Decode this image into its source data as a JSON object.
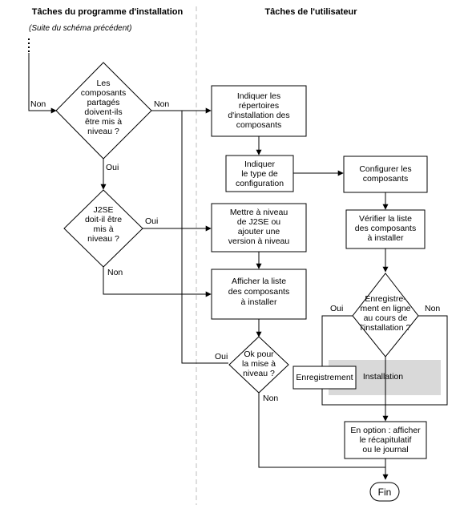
{
  "headers": {
    "installer": "Tâches du programme d'installation",
    "user": "Tâches de l'utilisateur"
  },
  "continuation_note": "(Suite du schéma précédent)",
  "decisions": {
    "shared_components": [
      "Les",
      "composants",
      "partagés",
      "doivent-ils",
      "être mis à",
      "niveau ?"
    ],
    "j2se": [
      "J2SE",
      "doit-il être",
      "mis à",
      "niveau ?"
    ],
    "ok_upgrade": [
      "Ok pour",
      "la mise à",
      "niveau ?"
    ],
    "online_registration": [
      "Enregistre-",
      "ment en ligne",
      "au cours de",
      "l'installation ?"
    ]
  },
  "boxes": {
    "install_dirs": [
      "Indiquer les",
      "répertoires",
      "d'installation des",
      "composants"
    ],
    "config_type": [
      "Indiquer",
      "le type de",
      "configuration"
    ],
    "configure_components": [
      "Configurer les",
      "composants"
    ],
    "upgrade_j2se": [
      "Mettre à niveau",
      "de J2SE ou",
      "ajouter une",
      "version à niveau"
    ],
    "check_list": [
      "Vérifier la liste",
      "des composants",
      "à installer"
    ],
    "show_list": [
      "Afficher la liste",
      "des composants",
      "à installer"
    ],
    "registration": "Enregistrement",
    "installation": "Installation",
    "summary": [
      "En option : afficher",
      "le récapitulatif",
      "ou le journal"
    ],
    "end": "Fin"
  },
  "labels": {
    "non": "Non",
    "oui": "Oui"
  }
}
